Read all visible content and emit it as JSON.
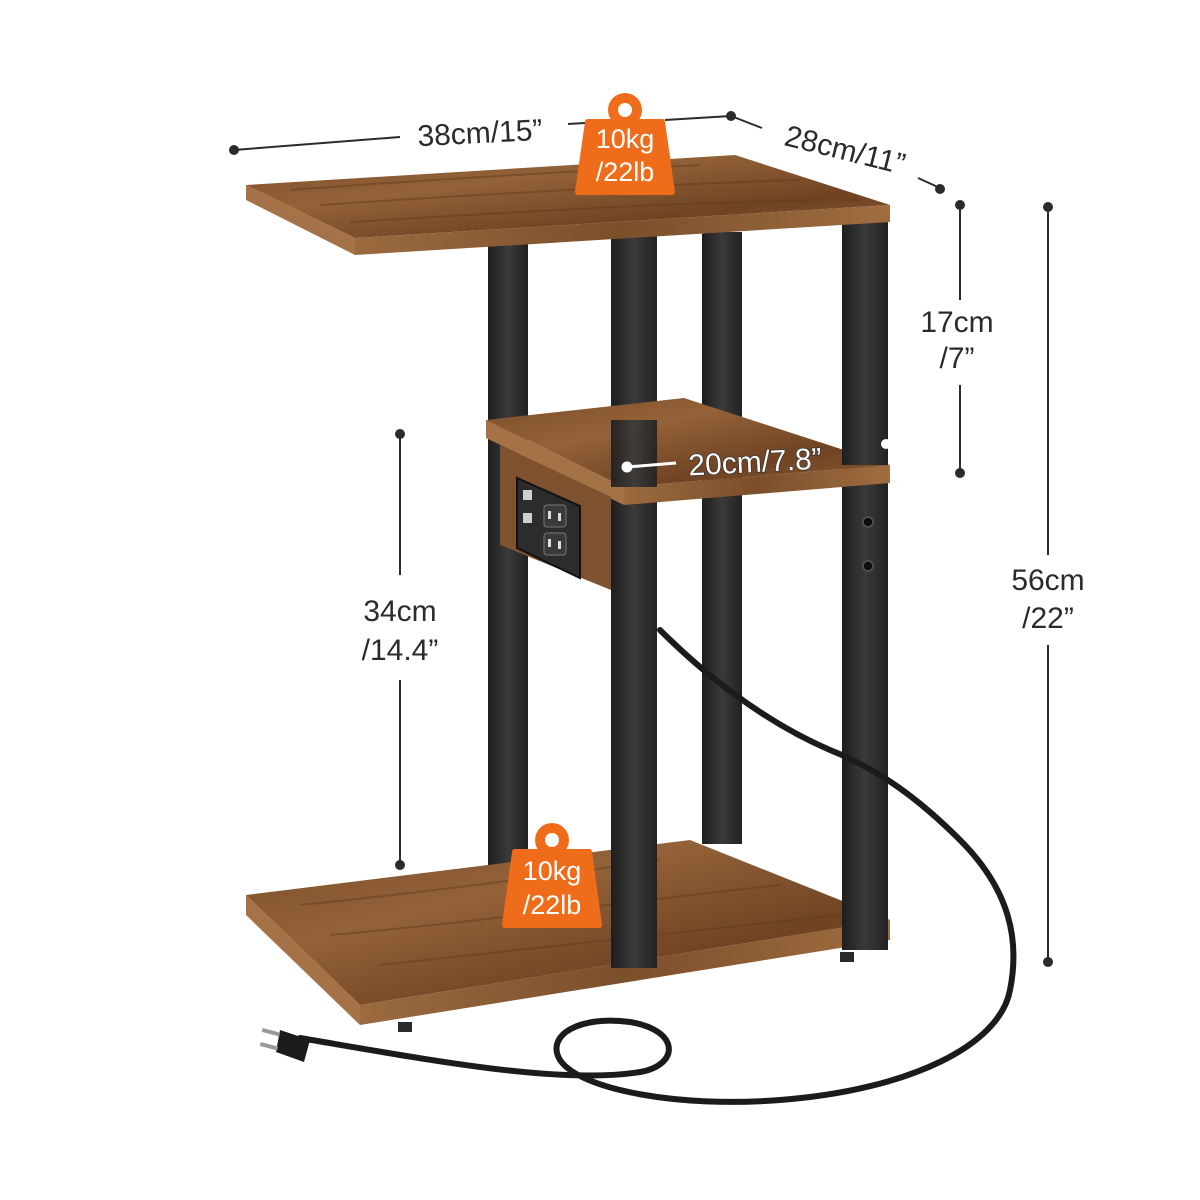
{
  "dimensions": {
    "width": "38cm/15”",
    "depth": "28cm/11”",
    "total_height_cm": "56cm",
    "total_height_in": "/22”",
    "upper_gap_cm": "17cm",
    "upper_gap_in": "/7”",
    "lower_gap_cm": "34cm",
    "lower_gap_in": "/14.4”",
    "shelf_depth": "20cm/7.8”"
  },
  "load_badges": {
    "top": {
      "line1": "10kg",
      "line2": "/22lb"
    },
    "bottom": {
      "line1": "10kg",
      "line2": "/22lb"
    }
  },
  "colors": {
    "wood": "#8a5a33",
    "wood_dark": "#5e3a1f",
    "wood_edge": "#b07a4a",
    "metal": "#2a2a2a",
    "badge": "#ef6c1a",
    "cord": "#1b1b1b"
  },
  "icons": [
    "weight-icon",
    "power-outlet-icon",
    "usb-port-icon",
    "power-plug-icon"
  ]
}
